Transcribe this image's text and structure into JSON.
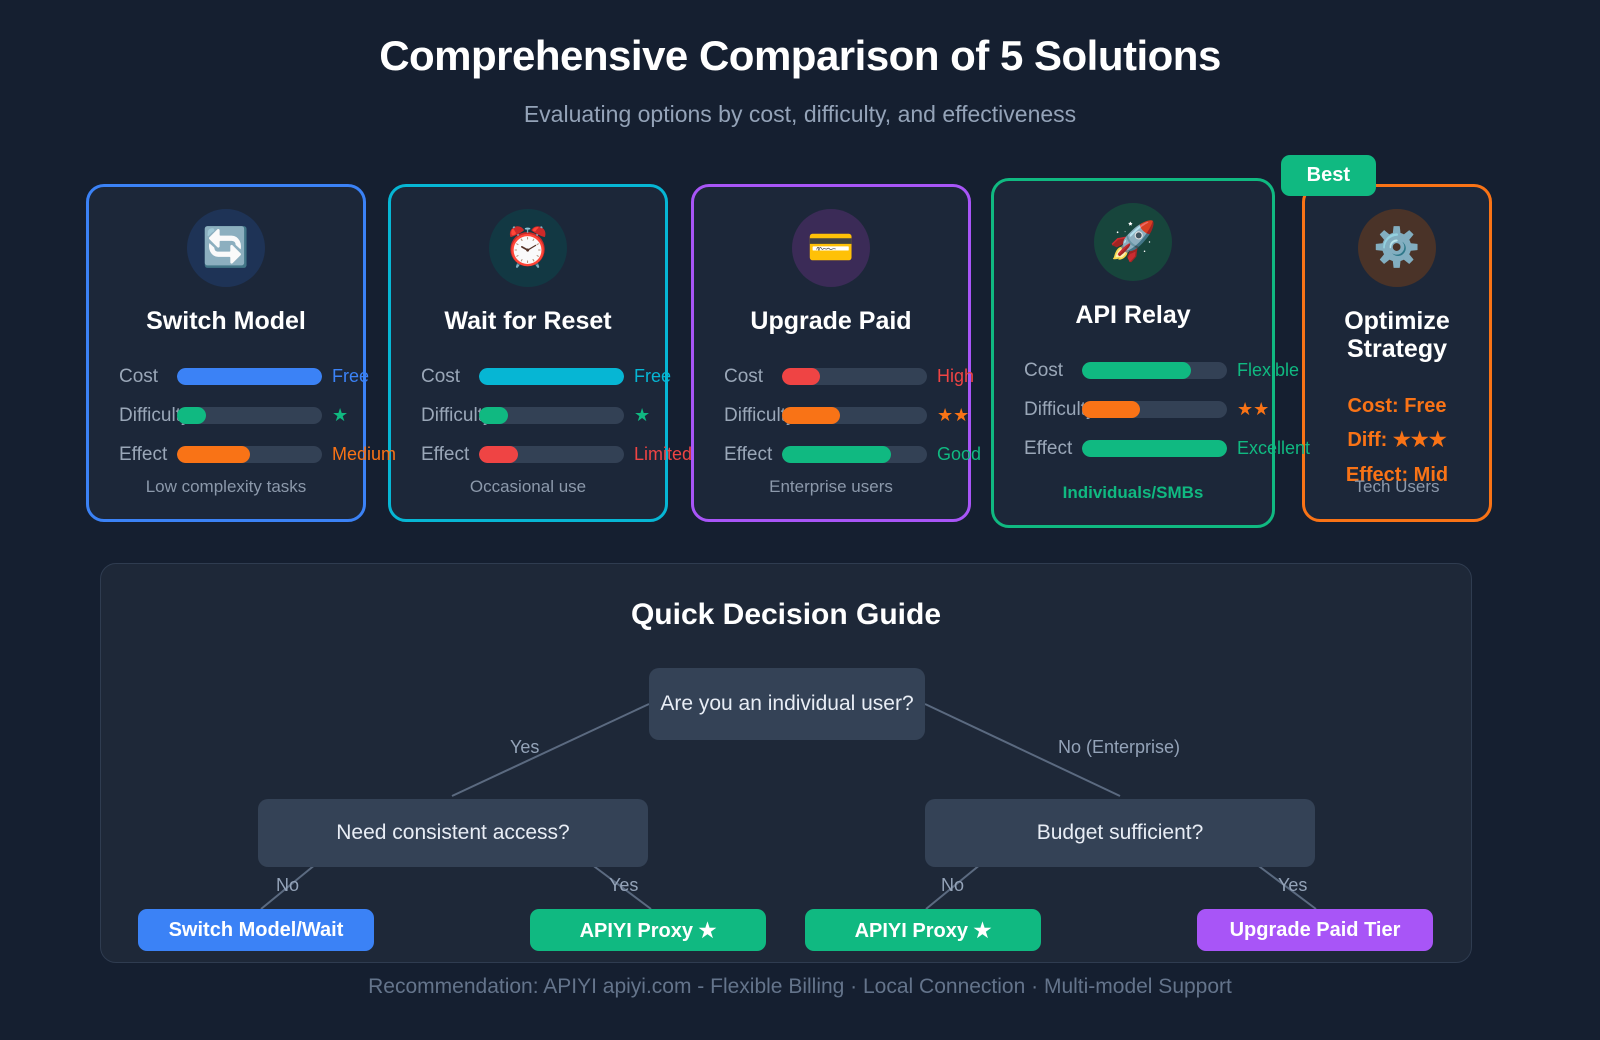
{
  "header": {
    "title": "Comprehensive Comparison of 5 Solutions",
    "subtitle": "Evaluating options by cost, difficulty, and effectiveness"
  },
  "cards": [
    {
      "id": "switch-model",
      "icon": "counterclockwise-arrows-icon",
      "icon_glyph": "🔄",
      "icon_bg": "#1e3356",
      "border_color": "#3b82f6",
      "title": "Switch Model",
      "footnote": "Low complexity tasks",
      "footnote_strong": false,
      "badge": null,
      "metrics": [
        {
          "label": "Cost",
          "fill_pct": 100,
          "fill_color": "#3b82f6",
          "value": "Free",
          "value_color": "#3b82f6"
        },
        {
          "label": "Difficulty",
          "fill_pct": 20,
          "fill_color": "#10b981",
          "value": "★",
          "value_color": "#10b981"
        },
        {
          "label": "Effect",
          "fill_pct": 50,
          "fill_color": "#f97316",
          "value": "Medium",
          "value_color": "#f97316"
        }
      ]
    },
    {
      "id": "wait-for-reset",
      "icon": "alarm-clock-icon",
      "icon_glyph": "⏰",
      "icon_bg": "#123843",
      "border_color": "#06b6d4",
      "title": "Wait for Reset",
      "footnote": "Occasional use",
      "footnote_strong": false,
      "badge": null,
      "metrics": [
        {
          "label": "Cost",
          "fill_pct": 100,
          "fill_color": "#06b6d4",
          "value": "Free",
          "value_color": "#06b6d4"
        },
        {
          "label": "Difficulty",
          "fill_pct": 20,
          "fill_color": "#10b981",
          "value": "★",
          "value_color": "#10b981"
        },
        {
          "label": "Effect",
          "fill_pct": 27,
          "fill_color": "#ef4444",
          "value": "Limited",
          "value_color": "#ef4444"
        }
      ]
    },
    {
      "id": "upgrade-paid",
      "icon": "credit-card-icon",
      "icon_glyph": "💳",
      "icon_bg": "#3b2b57",
      "border_color": "#a855f7",
      "title": "Upgrade Paid",
      "footnote": "Enterprise users",
      "footnote_strong": false,
      "badge": null,
      "metrics": [
        {
          "label": "Cost",
          "fill_pct": 26,
          "fill_color": "#ef4444",
          "value": "High",
          "value_color": "#ef4444"
        },
        {
          "label": "Difficulty",
          "fill_pct": 40,
          "fill_color": "#f97316",
          "value": "★★",
          "value_color": "#f97316"
        },
        {
          "label": "Effect",
          "fill_pct": 75,
          "fill_color": "#10b981",
          "value": "Good",
          "value_color": "#10b981"
        }
      ]
    },
    {
      "id": "api-relay",
      "icon": "rocket-icon",
      "icon_glyph": "🚀",
      "icon_bg": "#17453c",
      "border_color": "#10b981",
      "title": "API Relay",
      "footnote": "Individuals/SMBs",
      "footnote_strong": true,
      "badge": "Best",
      "metrics": [
        {
          "label": "Cost",
          "fill_pct": 75,
          "fill_color": "#10b981",
          "value": "Flexible",
          "value_color": "#10b981"
        },
        {
          "label": "Difficulty",
          "fill_pct": 40,
          "fill_color": "#f97316",
          "value": "★★",
          "value_color": "#f97316"
        },
        {
          "label": "Effect",
          "fill_pct": 100,
          "fill_color": "#10b981",
          "value": "Excellent",
          "value_color": "#10b981"
        }
      ]
    }
  ],
  "simple_card": {
    "id": "optimize-strategy",
    "icon": "gear-icon",
    "icon_glyph": "⚙️",
    "icon_bg": "#4a3328",
    "border_color": "#f97316",
    "title": "Optimize Strategy",
    "lines": [
      "Cost: Free",
      "Diff: ★★★",
      "Effect: Mid"
    ],
    "footnote": "Tech Users"
  },
  "guide": {
    "title": "Quick Decision Guide",
    "root": "Are you an individual user?",
    "branch_labels": {
      "root_left": "Yes",
      "root_right": "No (Enterprise)",
      "left_no": "No",
      "left_yes": "Yes",
      "right_no": "No",
      "right_yes": "Yes"
    },
    "nodes": {
      "left": "Need consistent access?",
      "right": "Budget sufficient?"
    },
    "leaves": [
      {
        "label": "Switch Model/Wait",
        "color": "#3b82f6"
      },
      {
        "label": "APIYI Proxy ★",
        "color": "#10b981"
      },
      {
        "label": "APIYI Proxy ★",
        "color": "#10b981"
      },
      {
        "label": "Upgrade Paid Tier",
        "color": "#a855f7"
      }
    ]
  },
  "footer": {
    "text": "Recommendation: APIYI apiyi.com - Flexible Billing · Local Connection · Multi-model Support"
  }
}
